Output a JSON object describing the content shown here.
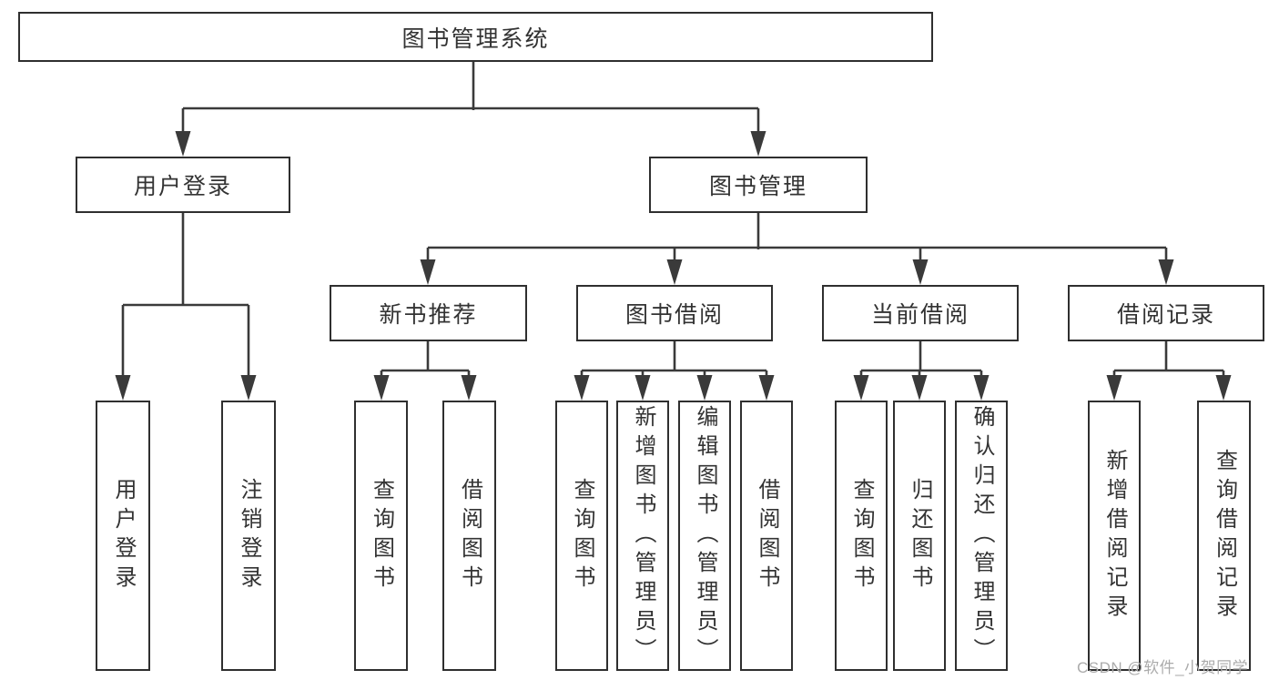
{
  "diagram": {
    "colors": {
      "line": "#3a3a3a",
      "box_border": "#2f2f2f",
      "text": "#333333",
      "background": "#ffffff",
      "watermark": "#ababab"
    },
    "tree": {
      "label": "图书管理系统",
      "children": [
        {
          "label": "用户登录",
          "children": [
            {
              "label": "用户登录"
            },
            {
              "label": "注销登录"
            }
          ]
        },
        {
          "label": "图书管理",
          "children": [
            {
              "label": "新书推荐",
              "children": [
                {
                  "label": "查询图书"
                },
                {
                  "label": "借阅图书"
                }
              ]
            },
            {
              "label": "图书借阅",
              "children": [
                {
                  "label": "查询图书"
                },
                {
                  "label": "新增图书（管理员）"
                },
                {
                  "label": "编辑图书（管理员）"
                },
                {
                  "label": "借阅图书"
                }
              ]
            },
            {
              "label": "当前借阅",
              "children": [
                {
                  "label": "查询图书"
                },
                {
                  "label": "归还图书"
                },
                {
                  "label": "确认归还（管理员）"
                }
              ]
            },
            {
              "label": "借阅记录",
              "children": [
                {
                  "label": "新增借阅记录"
                },
                {
                  "label": "查询借阅记录"
                }
              ]
            }
          ]
        }
      ]
    },
    "watermark": "CSDN @软件_小贺同学"
  }
}
